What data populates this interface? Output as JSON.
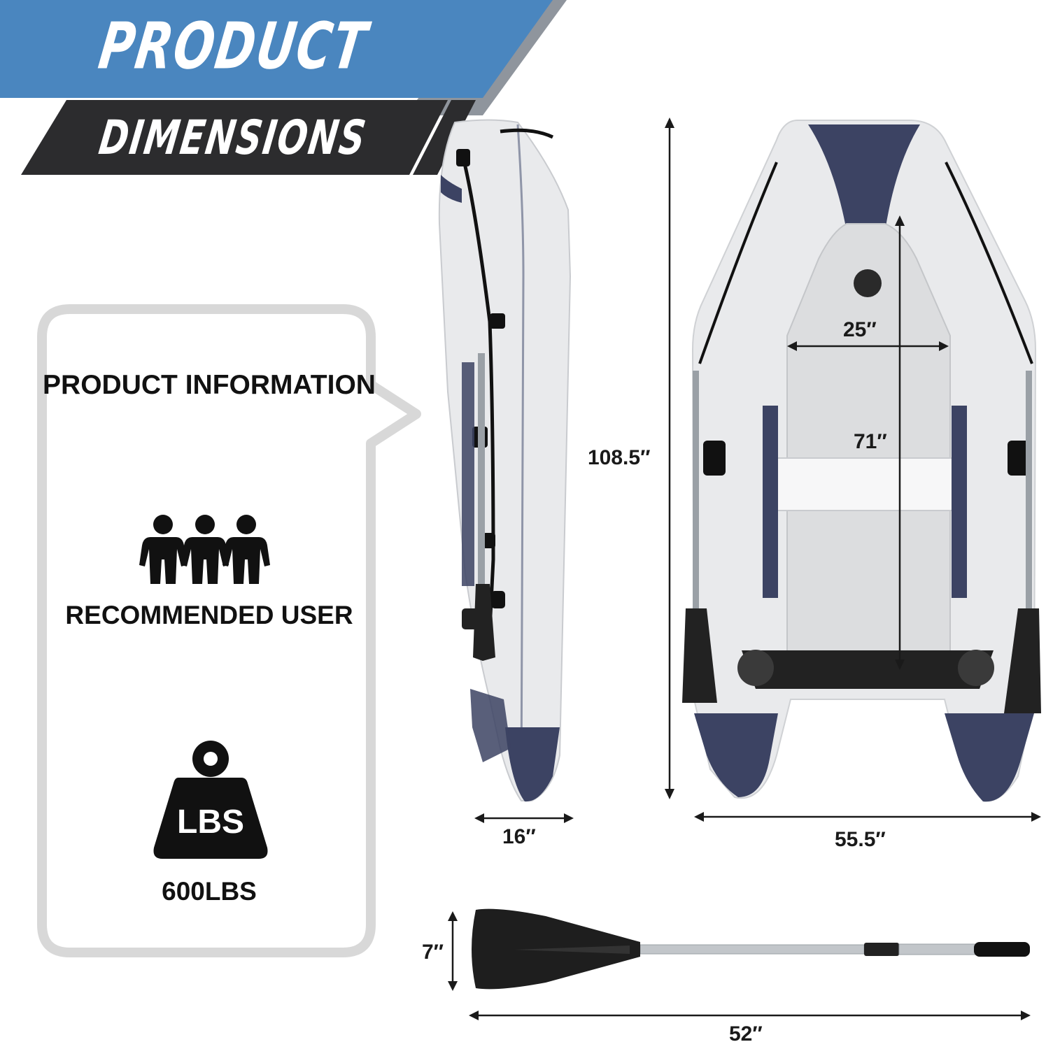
{
  "banner": {
    "title": "PRODUCT",
    "subtitle": "DIMENSIONS",
    "colors": {
      "blue": "#4a86bf",
      "dark": "#2c2c2e",
      "gray": "#8f959d"
    }
  },
  "info_panel": {
    "heading": "PRODUCT INFORMATION",
    "recommended_user_label": "RECOMMENDED USER",
    "recommended_user_icon": "three-people-icon",
    "weight_icon_label": "LBS",
    "weight_icon": "weight-icon",
    "capacity": "600LBS",
    "border_color": "#d8d8d8"
  },
  "dimensions": {
    "side_width": "16″",
    "length": "108.5″",
    "beam": "55.5″",
    "inner_width": "25″",
    "inner_length": "71″",
    "paddle_blade": "7″",
    "paddle_length": "52″"
  },
  "boat_colors": {
    "hull": "#e9eaec",
    "accent": "#3c4363",
    "floor": "#dcdddf"
  }
}
